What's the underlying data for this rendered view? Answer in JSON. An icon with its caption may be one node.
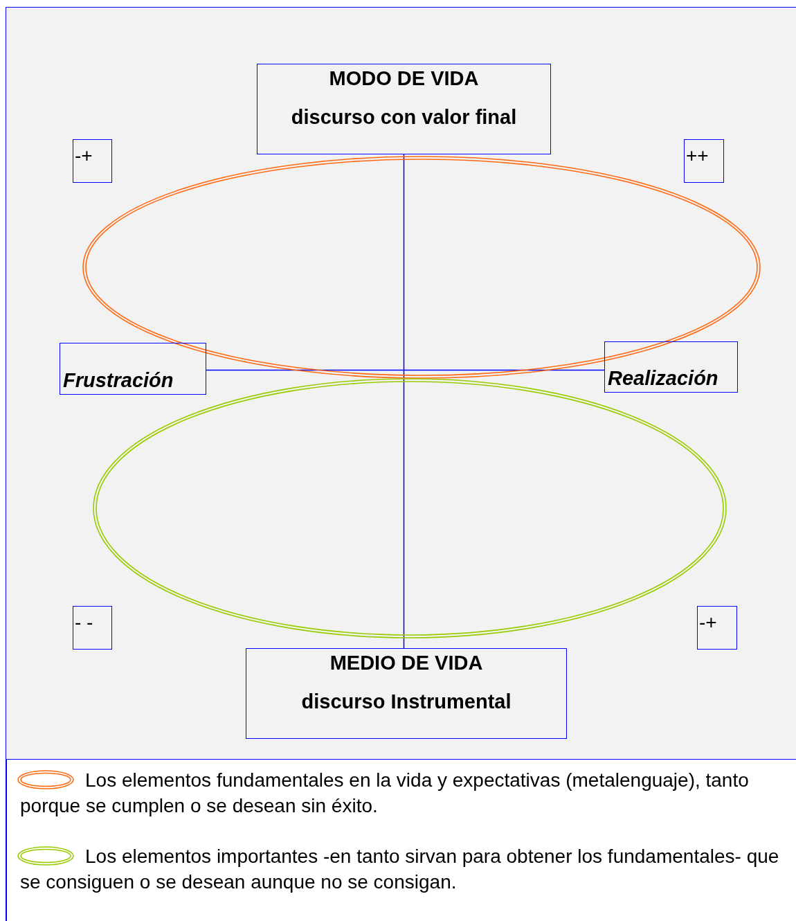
{
  "diagram": {
    "nodes": [
      {
        "text": [
          "MODO DE VIDA",
          "discurso con valor final"
        ]
      },
      {
        "text": [
          "-+"
        ]
      },
      {
        "text": [
          "++"
        ]
      },
      {
        "text": [
          "Frustración"
        ]
      },
      {
        "text": [
          "Realización"
        ]
      },
      {
        "text": [
          "- -"
        ]
      },
      {
        "text": [
          "-+"
        ]
      },
      {
        "text": [
          "MEDIO DE VIDA",
          "discurso Instrumental"
        ]
      }
    ],
    "edges": [
      {
        "from": 0,
        "to": 7,
        "arrow": "none"
      },
      {
        "from": 3,
        "to": 4,
        "arrow": "none"
      }
    ],
    "legend": [
      {
        "text": "Los elementos fundamentales en la vida y expectativas (metalenguaje), tanto porque se cumplen o se desean sin éxito."
      },
      {
        "text": "Los elementos importantes -en tanto sirvan para obtener los fundamentales- que se consiguen o se desean aunque no se consigan."
      }
    ]
  }
}
